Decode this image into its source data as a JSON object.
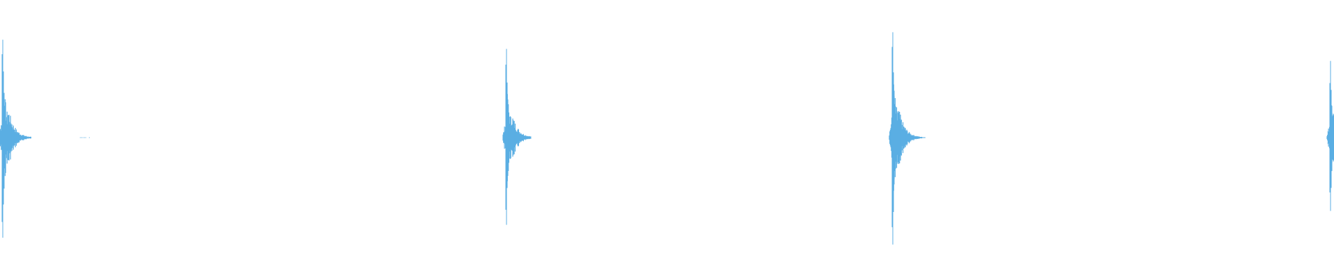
{
  "waveform": {
    "color": "#5aaee3",
    "background": "#ffffff",
    "transients": [
      {
        "id": "transient-1",
        "peak_amplitude": 0.82
      },
      {
        "id": "transient-2",
        "peak_amplitude": 0.67
      },
      {
        "id": "transient-3",
        "peak_amplitude": 0.86
      },
      {
        "id": "transient-4",
        "peak_amplitude": 0.58
      }
    ]
  }
}
